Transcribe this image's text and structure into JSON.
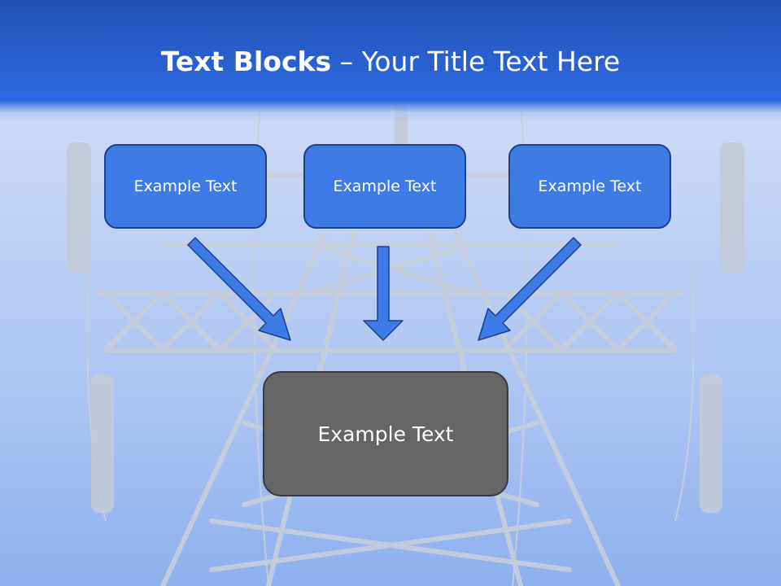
{
  "slide": {
    "title_bold": "Text Blocks",
    "title_dash": " – ",
    "title_rest": "Your Title Text Here"
  },
  "blocks": [
    {
      "text": "Example Text"
    },
    {
      "text": "Example Text"
    },
    {
      "text": "Example Text"
    }
  ],
  "target": {
    "text": "Example Text"
  },
  "colors": {
    "header": "#2a61d2",
    "block_fill": "#3f7be6",
    "block_border": "#1c3f8e",
    "target_fill": "#656565",
    "arrow": "#3f7be6"
  },
  "background_image": "power-line-tower"
}
